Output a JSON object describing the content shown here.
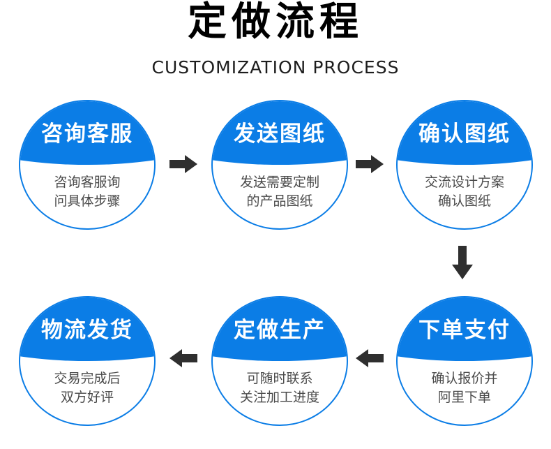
{
  "header": {
    "title": "定做流程",
    "subtitle": "CUSTOMIZATION PROCESS"
  },
  "steps": [
    {
      "title": "咨询客服",
      "desc_line1": "咨询客服询",
      "desc_line2": "问具体步骤"
    },
    {
      "title": "发送图纸",
      "desc_line1": "发送需要定制",
      "desc_line2": "的产品图纸"
    },
    {
      "title": "确认图纸",
      "desc_line1": "交流设计方案",
      "desc_line2": "确认图纸"
    },
    {
      "title": "下单支付",
      "desc_line1": "确认报价并",
      "desc_line2": "阿里下单"
    },
    {
      "title": "定做生产",
      "desc_line1": "可随时联系",
      "desc_line2": "关注加工进度"
    },
    {
      "title": "物流发货",
      "desc_line1": "交易完成后",
      "desc_line2": "双方好评"
    }
  ],
  "icons": {
    "flow_arrows": [
      "arrow-right-icon",
      "arrow-right-icon",
      "arrow-down-icon",
      "arrow-left-icon",
      "arrow-left-icon"
    ]
  },
  "colors": {
    "circle_blue": "#0b7de6",
    "arrow_dark": "#2f2f2f",
    "title_black": "#000000",
    "desc_gray": "#4a4a4a",
    "circle_title_text": "#ffffff",
    "background": "#ffffff"
  }
}
